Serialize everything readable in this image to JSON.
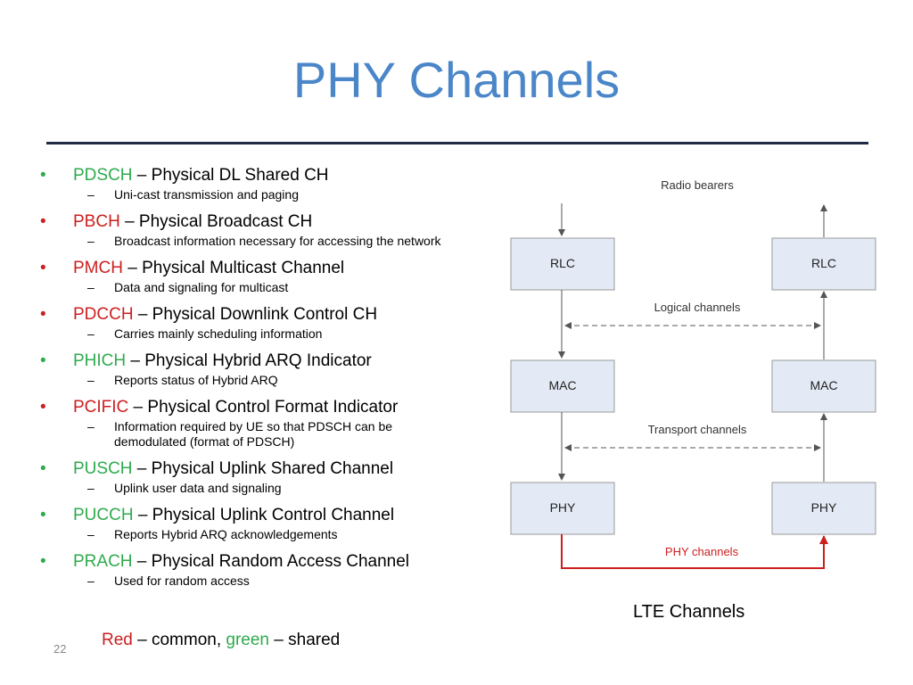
{
  "slide": {
    "title": "PHY Channels",
    "page_number": "22"
  },
  "colors": {
    "title": "#4a86c8",
    "red": "#cc1f1f",
    "green": "#2eab4d"
  },
  "bullets": [
    {
      "name": "PDSCH",
      "rest": " – Physical DL Shared CH",
      "color": "green",
      "sub": [
        "Uni-cast transmission and paging"
      ]
    },
    {
      "name": "PBCH",
      "rest": " – Physical Broadcast CH",
      "color": "red",
      "sub": [
        "Broadcast information necessary for accessing the network"
      ]
    },
    {
      "name": "PMCH",
      "rest": " – Physical Multicast Channel",
      "color": "red",
      "sub": [
        "Data and signaling for multicast"
      ]
    },
    {
      "name": "PDCCH",
      "rest": " – Physical Downlink Control CH",
      "color": "red",
      "sub": [
        "Carries mainly scheduling information"
      ]
    },
    {
      "name": "PHICH",
      "rest": " – Physical Hybrid ARQ Indicator",
      "color": "green",
      "sub": [
        "Reports status of Hybrid ARQ"
      ]
    },
    {
      "name": "PCIFIC",
      "rest": " – Physical Control Format Indicator",
      "color": "red",
      "sub": [
        "Information required by UE so that PDSCH can be",
        "demodulated (format of PDSCH)"
      ]
    },
    {
      "name": "PUSCH",
      "rest": " – Physical Uplink Shared Channel",
      "color": "green",
      "sub": [
        "Uplink user data and signaling"
      ]
    },
    {
      "name": "PUCCH",
      "rest": " – Physical Uplink Control Channel",
      "color": "green",
      "sub": [
        "Reports Hybrid ARQ acknowledgements"
      ]
    },
    {
      "name": "PRACH",
      "rest": " – Physical Random Access Channel",
      "color": "green",
      "sub": [
        "Used for random access"
      ]
    }
  ],
  "bullet_char": "•",
  "dash_char": "–",
  "diagram": {
    "radio_bearers": "Radio bearers",
    "logical_channels": "Logical channels",
    "transport_channels": "Transport channels",
    "phy_channels": "PHY channels",
    "rlc_left": "RLC",
    "rlc_right": "RLC",
    "mac_left": "MAC",
    "mac_right": "MAC",
    "phy_left": "PHY",
    "phy_right": "PHY"
  },
  "caption": "LTE Channels",
  "legend": {
    "red_word": "Red",
    "mid": " – common, ",
    "green_word": "green",
    "end": " – shared"
  }
}
